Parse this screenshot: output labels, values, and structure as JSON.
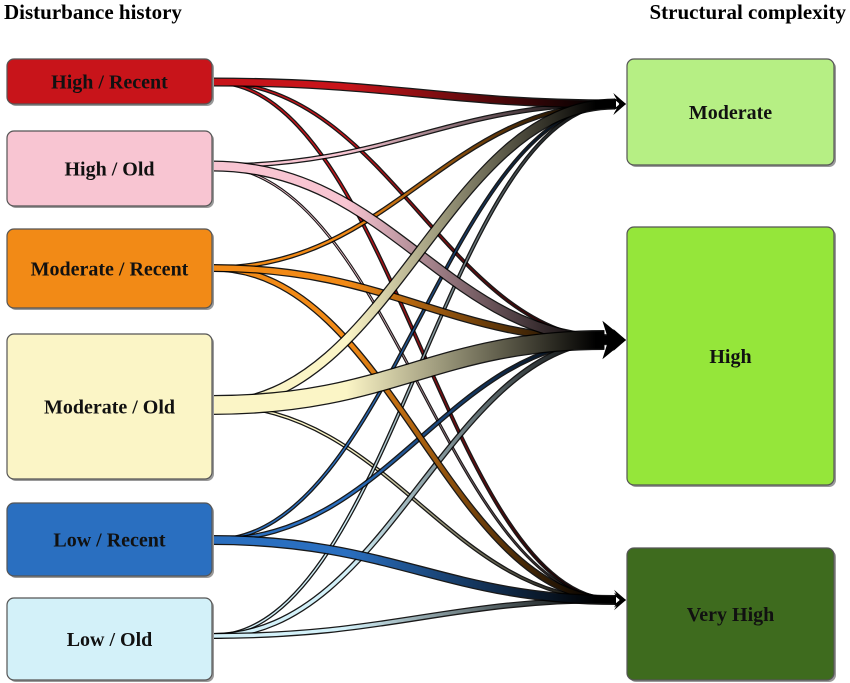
{
  "left_title": "Disturbance history",
  "right_title": "Structural complexity",
  "sources": [
    {
      "id": "high-recent",
      "label": "High / Recent",
      "fill": "#c8141a",
      "text_color": "#111111"
    },
    {
      "id": "high-old",
      "label": "High / Old",
      "fill": "#f8c5d2",
      "text_color": "#111111"
    },
    {
      "id": "moderate-recent",
      "label": "Moderate / Recent",
      "fill": "#f28a16",
      "text_color": "#111111"
    },
    {
      "id": "moderate-old",
      "label": "Moderate / Old",
      "fill": "#fbf5c6",
      "text_color": "#111111"
    },
    {
      "id": "low-recent",
      "label": "Low / Recent",
      "fill": "#2a6fc0",
      "text_color": "#111111"
    },
    {
      "id": "low-old",
      "label": "Low / Old",
      "fill": "#d3f1f9",
      "text_color": "#111111"
    }
  ],
  "targets": [
    {
      "id": "moderate",
      "label": "Moderate",
      "fill": "#b6ef84",
      "text_color": "#111111"
    },
    {
      "id": "high",
      "label": "High",
      "fill": "#95e63a",
      "text_color": "#111111"
    },
    {
      "id": "very-high",
      "label": "Very High",
      "fill": "#3e6b1e",
      "text_color": "#111111"
    }
  ],
  "flows": [
    {
      "from": "high-recent",
      "to": "moderate",
      "weight": 7
    },
    {
      "from": "high-recent",
      "to": "high",
      "weight": 2
    },
    {
      "from": "high-recent",
      "to": "very-high",
      "weight": 2
    },
    {
      "from": "high-old",
      "to": "moderate",
      "weight": 3
    },
    {
      "from": "high-old",
      "to": "high",
      "weight": 9
    },
    {
      "from": "high-old",
      "to": "very-high",
      "weight": 1
    },
    {
      "from": "moderate-recent",
      "to": "moderate",
      "weight": 3
    },
    {
      "from": "moderate-recent",
      "to": "high",
      "weight": 6
    },
    {
      "from": "moderate-recent",
      "to": "very-high",
      "weight": 5
    },
    {
      "from": "moderate-old",
      "to": "moderate",
      "weight": 9
    },
    {
      "from": "moderate-old",
      "to": "high",
      "weight": 18
    },
    {
      "from": "moderate-old",
      "to": "very-high",
      "weight": 2
    },
    {
      "from": "low-recent",
      "to": "moderate",
      "weight": 2
    },
    {
      "from": "low-recent",
      "to": "high",
      "weight": 3
    },
    {
      "from": "low-recent",
      "to": "very-high",
      "weight": 8
    },
    {
      "from": "low-old",
      "to": "moderate",
      "weight": 2
    },
    {
      "from": "low-old",
      "to": "high",
      "weight": 4
    },
    {
      "from": "low-old",
      "to": "very-high",
      "weight": 4
    }
  ]
}
